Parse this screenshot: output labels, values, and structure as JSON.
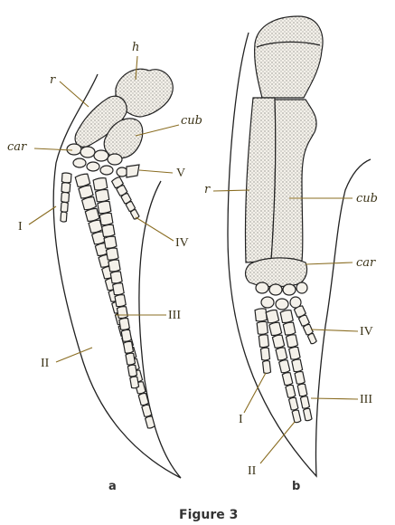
{
  "caption": "Figure 3",
  "panels": [
    "a",
    "b"
  ],
  "labels_a": {
    "h": "h",
    "r": "r",
    "cub": "cub",
    "car": "car",
    "V": "V",
    "I": "I",
    "IV": "IV",
    "III": "III",
    "II": "II"
  },
  "labels_b": {
    "r": "r",
    "cub": "cub",
    "car": "car",
    "IV": "IV",
    "III": "III",
    "I": "I",
    "II": "II"
  },
  "colors": {
    "label": "#3c3418",
    "leader": "#8a6d22",
    "ink": "#222222",
    "bone_fill": "#f4f1ea"
  }
}
